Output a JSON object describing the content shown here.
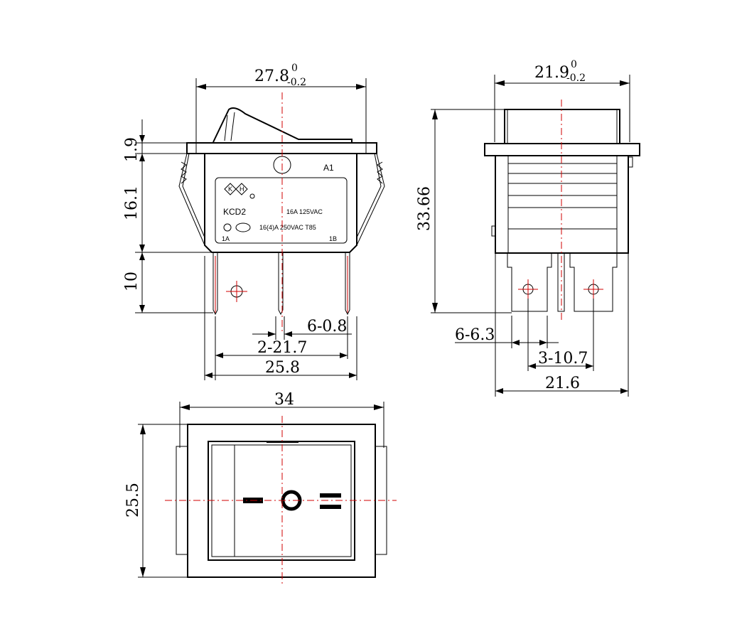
{
  "front_view": {
    "width_dim_value": "27.8",
    "width_tol_upper": "0",
    "width_tol_lower": "-0.2",
    "flange_dim": "1.9",
    "body_height_dim": "16.1",
    "terminal_length_dim": "10",
    "terminal_thickness_dim": "6-0.8",
    "terminal_pitch_dim": "2-21.7",
    "bottom_width_dim": "25.8",
    "label_a1": "A1",
    "label_model": "KCD2",
    "label_rating1": "16A 125VAC",
    "label_rating2": "16(4)A 250VAC T85",
    "label_1a": "1A",
    "label_1b": "1B"
  },
  "side_view": {
    "width_dim_value": "21.9",
    "width_tol_upper": "0",
    "width_tol_lower": "-0.2",
    "height_dim": "33.66",
    "terminal_width_dim": "6-6.3",
    "terminal_pitch_dim": "3-10.7",
    "bottom_width_dim": "21.6"
  },
  "top_view": {
    "width_dim": "34",
    "height_dim": "25.5"
  },
  "colors": {
    "line": "#000000",
    "centerline": "#d00000"
  }
}
